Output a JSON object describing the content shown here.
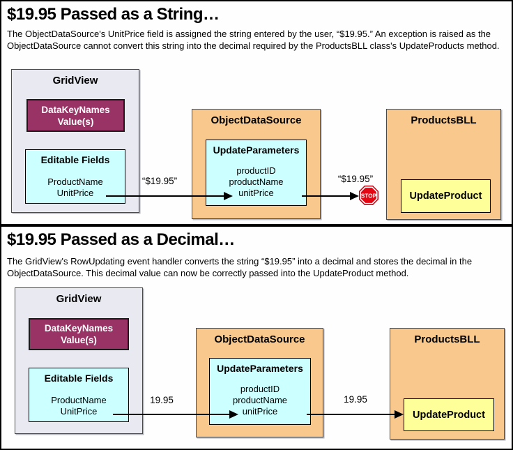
{
  "colors": {
    "gridview_bg": "#e9e9f1",
    "datakeynames_bg": "#993366",
    "field_box_bg": "#ccffff",
    "source_bg": "#f8c88c",
    "update_product_bg": "#ffff99",
    "stop_red": "#e30613",
    "arrow": "#000000"
  },
  "panels": [
    {
      "title": "$19.95 Passed as a String…",
      "description": "The ObjectDataSource's UnitPrice field is assigned the string entered by the user, “$19.95.” An exception is raised as the ObjectDataSource cannot convert this string into the decimal required by the ProductsBLL class's UpdateProducts method.",
      "gridview": {
        "title": "GridView",
        "data_key_names": {
          "line1": "DataKeyNames",
          "line2": "Value(s)"
        },
        "editable_fields": {
          "title": "Editable Fields",
          "fields": [
            "ProductName",
            "UnitPrice"
          ]
        }
      },
      "object_data_source": {
        "title": "ObjectDataSource",
        "update_parameters": {
          "title": "UpdateParameters",
          "params": [
            "productID",
            "productName",
            "unitPrice"
          ]
        }
      },
      "products_bll": {
        "title": "ProductsBLL",
        "method": "UpdateProduct"
      },
      "arrow_labels": {
        "to_ods": "“$19.95”",
        "to_bll": "“$19.95”"
      },
      "stop_icon_text": "STOP"
    },
    {
      "title": "$19.95 Passed as a Decimal…",
      "description": "The GridView's RowUpdating event handler converts the string “$19.95” into a decimal and stores the decimal in the ObjectDataSource. This decimal value can now be correctly passed into the UpdateProduct method.",
      "gridview": {
        "title": "GridView",
        "data_key_names": {
          "line1": "DataKeyNames",
          "line2": "Value(s)"
        },
        "editable_fields": {
          "title": "Editable Fields",
          "fields": [
            "ProductName",
            "UnitPrice"
          ]
        }
      },
      "object_data_source": {
        "title": "ObjectDataSource",
        "update_parameters": {
          "title": "UpdateParameters",
          "params": [
            "productID",
            "productName",
            "unitPrice"
          ]
        }
      },
      "products_bll": {
        "title": "ProductsBLL",
        "method": "UpdateProduct"
      },
      "arrow_labels": {
        "to_ods": "19.95",
        "to_bll": "19.95"
      }
    }
  ]
}
